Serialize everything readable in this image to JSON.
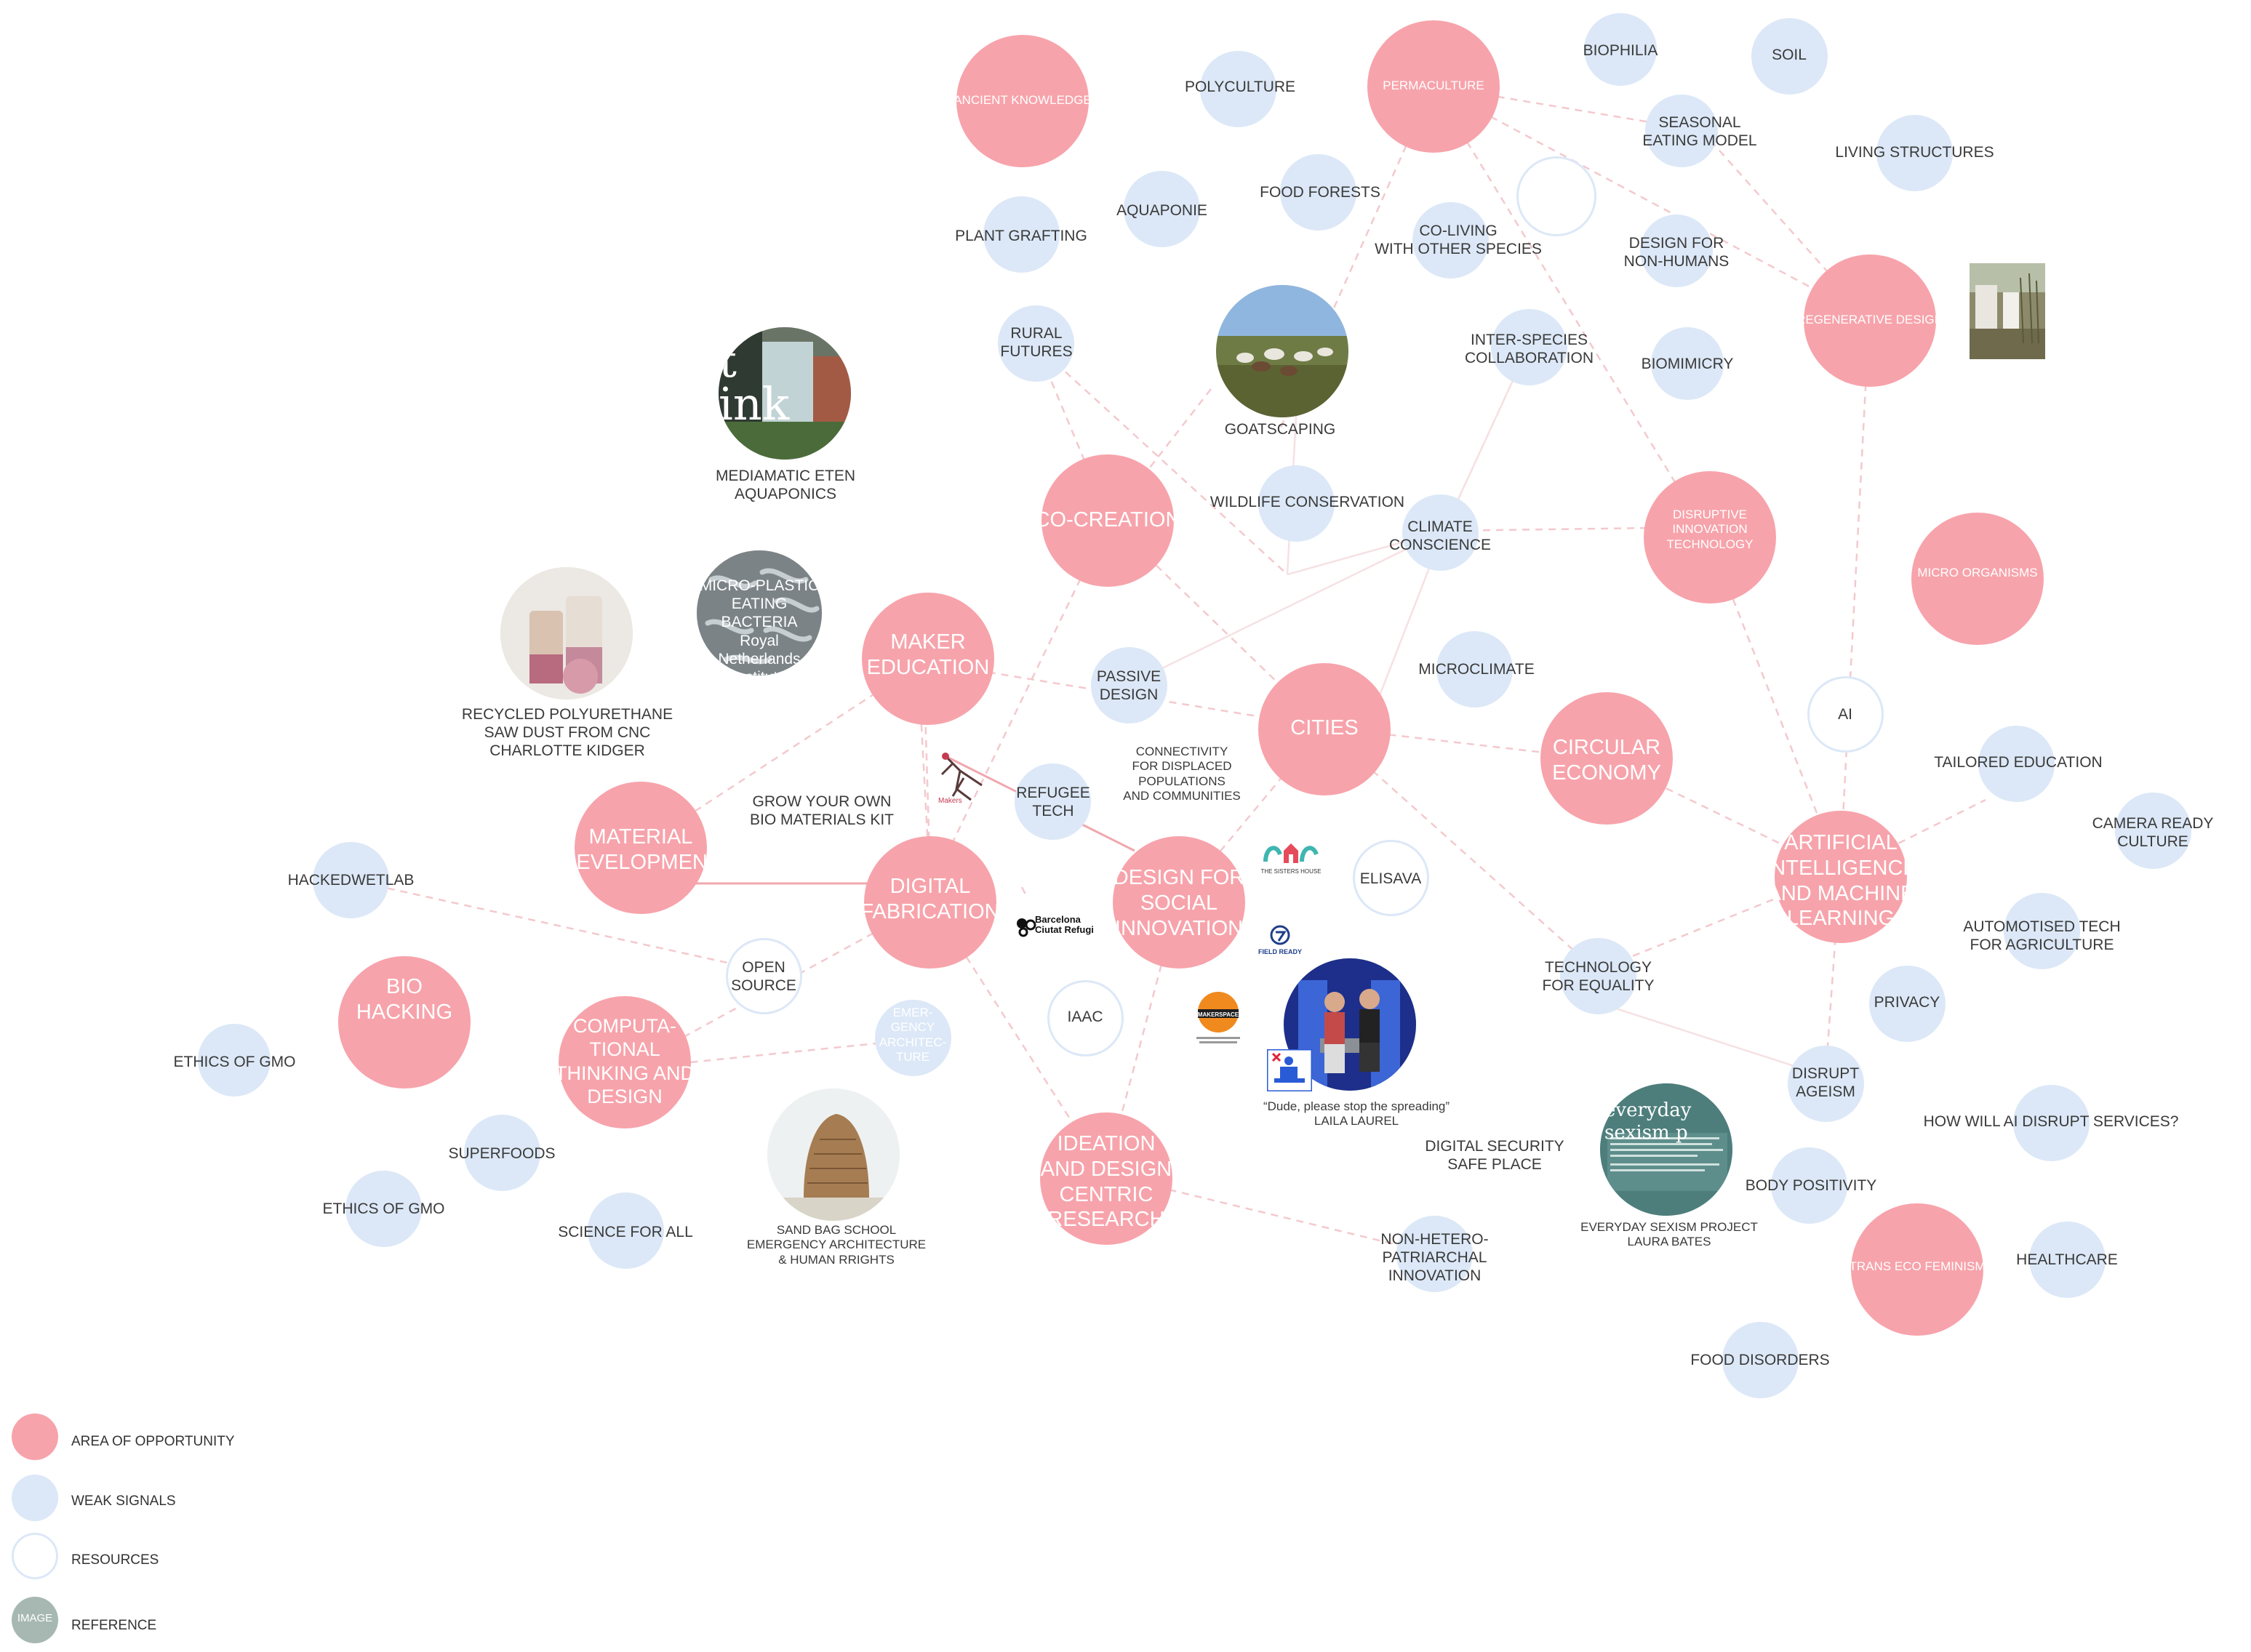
{
  "colors": {
    "opportunity": "#f7a3ab",
    "weak_signal": "#dce8f7",
    "resource_border": "#dce8f7",
    "reference": "#a7b8b2",
    "edge": "#f3c9cd"
  },
  "nodes": {
    "ancient_knowledge": "ANCIENT KNOWLEDGE",
    "polyculture": "POLYCULTURE",
    "permaculture": "PERMACULTURE",
    "biophilia": "BIOPHILIA",
    "soil": "SOIL",
    "seasonal_eating": "SEASONAL\nEATING MODEL",
    "living_structures": "LIVING STRUCTURES",
    "aquaponie": "AQUAPONIE",
    "food_forests": "FOOD FORESTS",
    "co_living": "CO-LIVING\nWITH OTHER SPECIES",
    "design_non_humans": "DESIGN FOR\nNON-HUMANS",
    "plant_grafting": "PLANT GRAFTING",
    "regenerative_design": "REGENERATIVE DESIGN",
    "rural_futures": "RURAL\nFUTURES",
    "goatscaping": "GOATSCAPING",
    "inter_species": "INTER-SPECIES\nCOLLABORATION",
    "biomimicry": "BIOMIMICRY",
    "mediamatic": "MEDIAMATIC ETEN\nAQUAPONICS",
    "co_creation": "CO-CREATION",
    "wildlife": "WILDLIFE CONSERVATION",
    "climate_conscience": "CLIMATE\nCONSCIENCE",
    "disruptive_tech": "DISRUPTIVE\nINNOVATION\nTECHNOLOGY",
    "micro_organisms": "MICRO ORGANISMS",
    "micro_plastic": "MICRO-PLASTIC\nEATING BACTERIA\nRoyal Netherlands\nInstitute",
    "recycled_pu": "RECYCLED POLYURETHANE\nSAW DUST FROM CNC\nCHARLOTTE KIDGER",
    "maker_education": "MAKER\nEDUCATION",
    "passive_design": "PASSIVE\nDESIGN",
    "cities": "CITIES",
    "microclimate": "MICROCLIMATE",
    "circular_economy": "CIRCULAR\nECONOMY",
    "ai": "AI",
    "tailored_education": "TAILORED EDUCATION",
    "camera_ready": "CAMERA READY\nCULTURE",
    "connectivity": "CONNECTIVITY\nFOR DISPLACED\nPOPULATIONS\nAND COMMUNITIES",
    "grow_own": "GROW YOUR OWN\nBIO MATERIALS KIT",
    "refugee_tech": "REFUGEE\nTECH",
    "material_dev": "MATERIAL\nDEVELOPMENT",
    "digital_fab": "DIGITAL\nFABRICATION",
    "design_social": "DESIGN FOR\nSOCIAL\nINNOVATION",
    "elisava": "ELISAVA",
    "ai_ml": "ARTIFICIAL\nINTELLIGENCE\nAND MACHINE\nLEARNING",
    "automotised": "AUTOMOTISED TECH\nFOR AGRICULTURE",
    "hackedwetlab": "HACKEDWETLAB",
    "open_source": "OPEN\nSOURCE",
    "technology_equality": "TECHNOLOGY\nFOR EQUALITY",
    "privacy": "PRIVACY",
    "bio_hacking": "BIO\nHACKING",
    "computational": "COMPUTA-\nTIONAL\nTHINKING AND\nDESIGN",
    "emergency_arch": "EMER-\nGENCY\nARCHITEC-\nTURE",
    "iaac": "IAAC",
    "disrupt_ageism": "DISRUPT\nAGEISM",
    "ethics_gmo_1": "ETHICS OF GMO",
    "dude_quote": "“Dude, please stop the spreading”\nLAILA LAUREL",
    "how_ai": "HOW WILL AI DISRUPT SERVICES?",
    "ideation": "IDEATION\nAND DESIGN\nCENTRIC\nRESEARCH",
    "superfoods": "SUPERFOODS",
    "digital_security": "DIGITAL SECURITY\nSAFE PLACE",
    "everyday_sexism": "EVERYDAY SEXISM PROJECT\nLAURA BATES",
    "body_positivity": "BODY POSITIVITY",
    "ethics_gmo_2": "ETHICS OF GMO",
    "science_all": "SCIENCE FOR ALL",
    "sand_bag": "SAND BAG SCHOOL\nEMERGENCY ARCHITECTURE\n& HUMAN RRIGHTS",
    "non_hetero": "NON-HETERO-\nPATRIARCHAL\nINNOVATION",
    "trans_eco": "TRANS ECO FEMINISM",
    "healthcare": "HEALTHCARE",
    "food_disorders": "FOOD DISORDERS"
  },
  "image_texts": {
    "mediamatic_big": "t\nink",
    "everyday_sexism_head": "everyday sexism p"
  },
  "logos": {
    "barcelona_refugi": "Barcelona\nCiutat Refugi",
    "field_ready": "FIELD READY",
    "makerspace": "MAKERSPACE",
    "sisters_house": "THE SISTERS HOUSE"
  },
  "legend": {
    "opportunity": "AREA OF OPPORTUNITY",
    "weak": "WEAK SIGNALS",
    "resources": "RESOURCES",
    "image_dot": "IMAGE",
    "reference": "REFERENCE"
  }
}
